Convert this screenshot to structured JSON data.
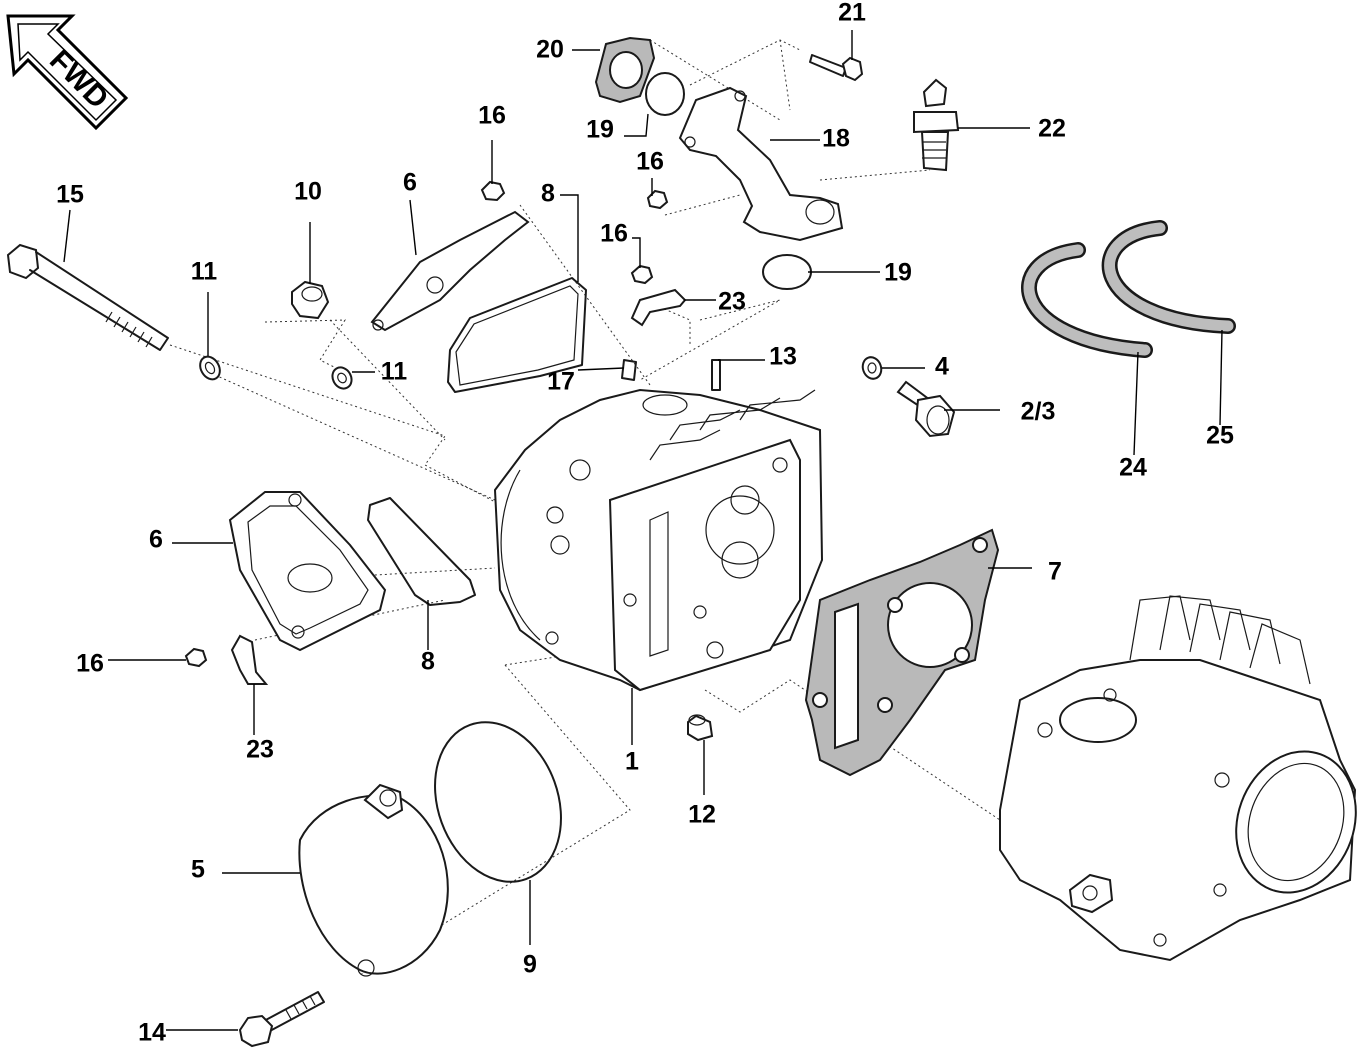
{
  "fwd_label": "FWD",
  "callouts": [
    {
      "id": "c1",
      "text": "1"
    },
    {
      "id": "c23a",
      "text": "2/3"
    },
    {
      "id": "c4",
      "text": "4"
    },
    {
      "id": "c5",
      "text": "5"
    },
    {
      "id": "c6a",
      "text": "6"
    },
    {
      "id": "c6b",
      "text": "6"
    },
    {
      "id": "c7",
      "text": "7"
    },
    {
      "id": "c8a",
      "text": "8"
    },
    {
      "id": "c8b",
      "text": "8"
    },
    {
      "id": "c9",
      "text": "9"
    },
    {
      "id": "c10",
      "text": "10"
    },
    {
      "id": "c11a",
      "text": "11"
    },
    {
      "id": "c11b",
      "text": "11"
    },
    {
      "id": "c12",
      "text": "12"
    },
    {
      "id": "c13",
      "text": "13"
    },
    {
      "id": "c14",
      "text": "14"
    },
    {
      "id": "c15",
      "text": "15"
    },
    {
      "id": "c16a",
      "text": "16"
    },
    {
      "id": "c16b",
      "text": "16"
    },
    {
      "id": "c16c",
      "text": "16"
    },
    {
      "id": "c16d",
      "text": "16"
    },
    {
      "id": "c17",
      "text": "17"
    },
    {
      "id": "c18",
      "text": "18"
    },
    {
      "id": "c19a",
      "text": "19"
    },
    {
      "id": "c19b",
      "text": "19"
    },
    {
      "id": "c20",
      "text": "20"
    },
    {
      "id": "c21",
      "text": "21"
    },
    {
      "id": "c22",
      "text": "22"
    },
    {
      "id": "c23b",
      "text": "23"
    },
    {
      "id": "c23c",
      "text": "23"
    },
    {
      "id": "c24",
      "text": "24"
    },
    {
      "id": "c25",
      "text": "25"
    }
  ]
}
